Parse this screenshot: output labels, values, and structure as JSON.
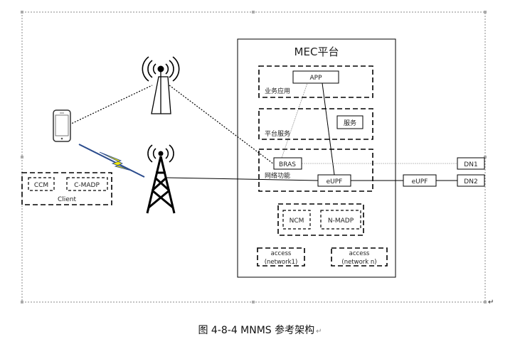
{
  "platform": {
    "title": "MEC平台",
    "sections": {
      "business_app": "业务应用",
      "platform_service": "平台服务",
      "network_function": "网络功能"
    },
    "boxes": {
      "app": "APP",
      "service": "服务",
      "bras": "BRAS",
      "eupf": "eUPF",
      "ncm": "NCM",
      "nmadp": "N-MADP",
      "access1_line1": "access",
      "access1_line2": "(network1)",
      "accessn_line1": "access",
      "accessn_line2": "(network n)"
    }
  },
  "client": {
    "ccm": "CCM",
    "cmadp": "C-MADP",
    "label": "Client"
  },
  "external": {
    "eupf": "eUPF",
    "dn1": "DN1",
    "dn2": "DN2"
  },
  "caption": "图 4-8-4 MNMS 参考架构",
  "paragraph_mark": "↵",
  "icons": [
    "phone-icon",
    "tower-icon",
    "lightning-icon",
    "radio-mast-icon"
  ],
  "colors": {
    "line": "#000000",
    "lightning": "#f2e600",
    "lightning_edge": "#2a4b8c"
  }
}
